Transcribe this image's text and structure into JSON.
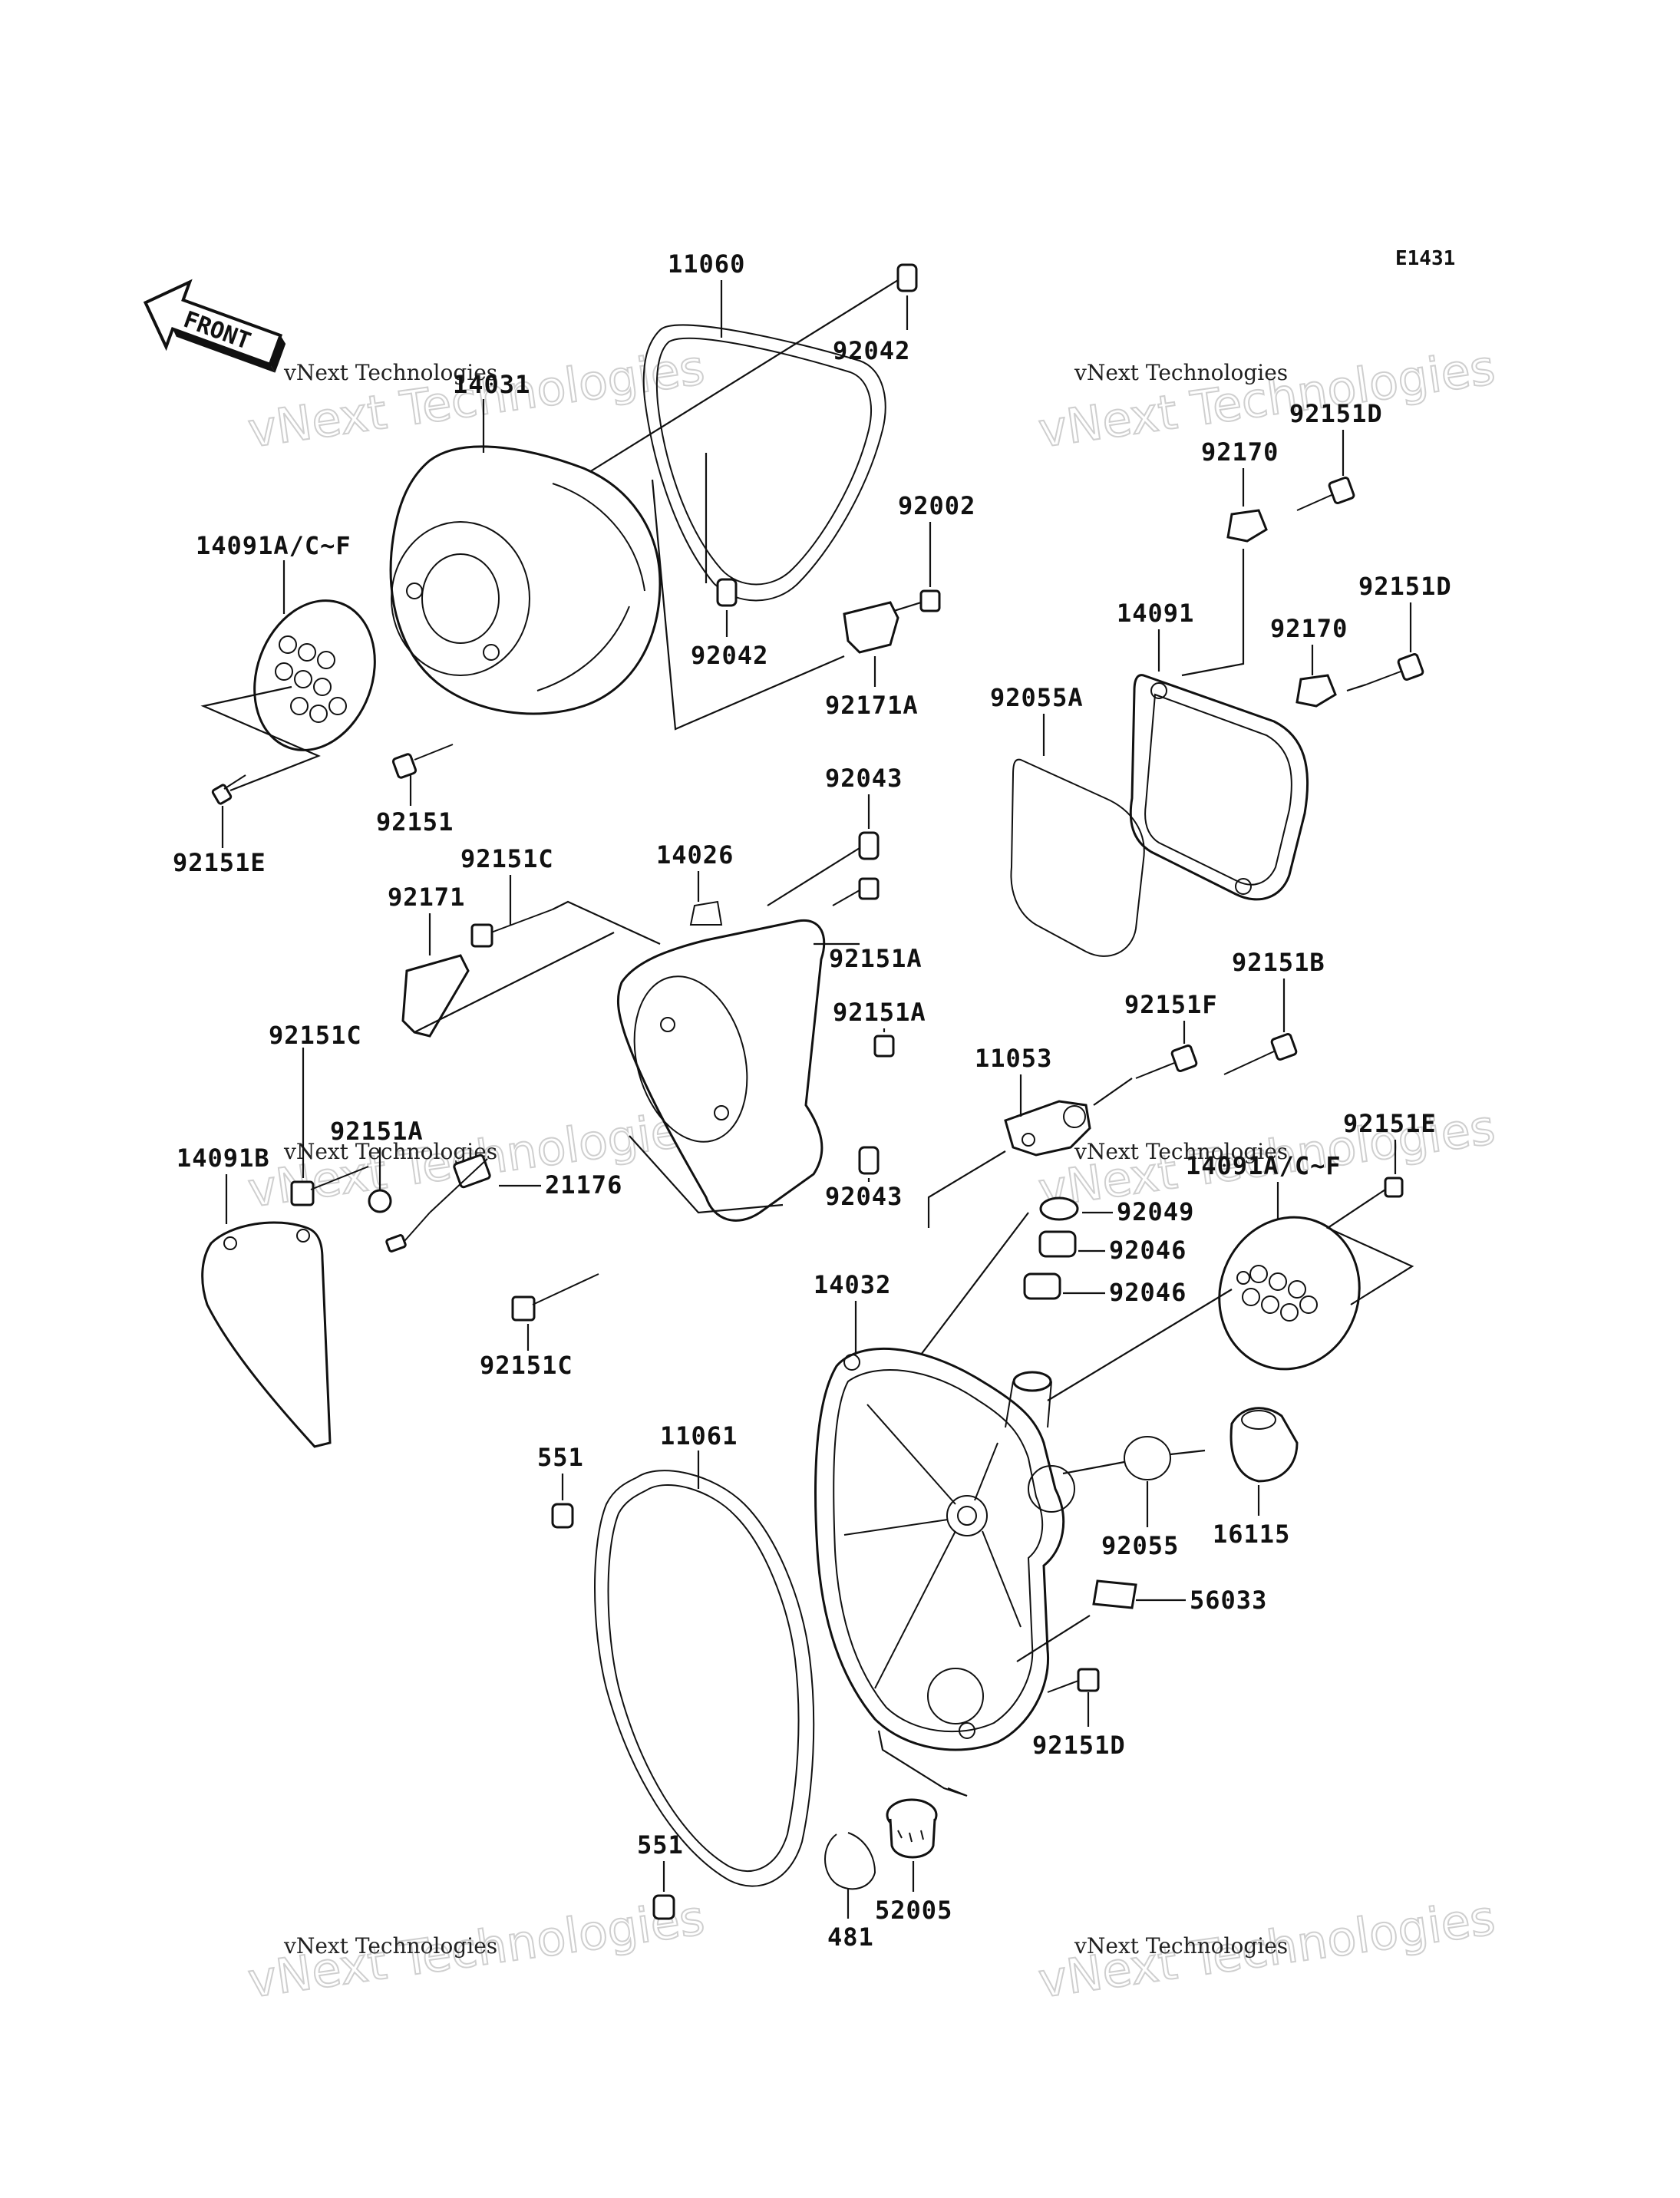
{
  "diagram": {
    "reference_code": "E1431",
    "front_arrow_label": "FRONT",
    "watermark": {
      "big": "vNext Technologies",
      "small": "vNext Technologies"
    },
    "labels": {
      "p11060": "11060",
      "p92042a": "92042",
      "p14031": "14031",
      "p14091acf_left": "14091A/C~F",
      "p92002": "92002",
      "p92042b": "92042",
      "p92171a": "92171A",
      "p92151": "92151",
      "p92151e_left": "92151E",
      "p92151d_top": "92151D",
      "p92170_top": "92170",
      "p14091": "14091",
      "p92151d_mid": "92151D",
      "p92170_mid": "92170",
      "p92055a": "92055A",
      "p92043_top": "92043",
      "p14026": "14026",
      "p92151c_top": "92151C",
      "p92171": "92171",
      "p92151a_top": "92151A",
      "p92151c_mid": "92151C",
      "p92151a_mid": "92151A",
      "p92151a_left": "92151A",
      "p21176": "21176",
      "p14091b": "14091B",
      "p92043_bot": "92043",
      "p92151c_bot": "92151C",
      "p92151f": "92151F",
      "p92151b": "92151B",
      "p11053": "11053",
      "p92151e_right": "92151E",
      "p14091acf_right": "14091A/C~F",
      "p92049": "92049",
      "p92046a": "92046",
      "p92046b": "92046",
      "p14032": "14032",
      "p551_top": "551",
      "p11061": "11061",
      "p92055": "92055",
      "p16115": "16115",
      "p56033": "56033",
      "p92151d_bot": "92151D",
      "p551_bot": "551",
      "p481": "481",
      "p52005": "52005"
    }
  }
}
